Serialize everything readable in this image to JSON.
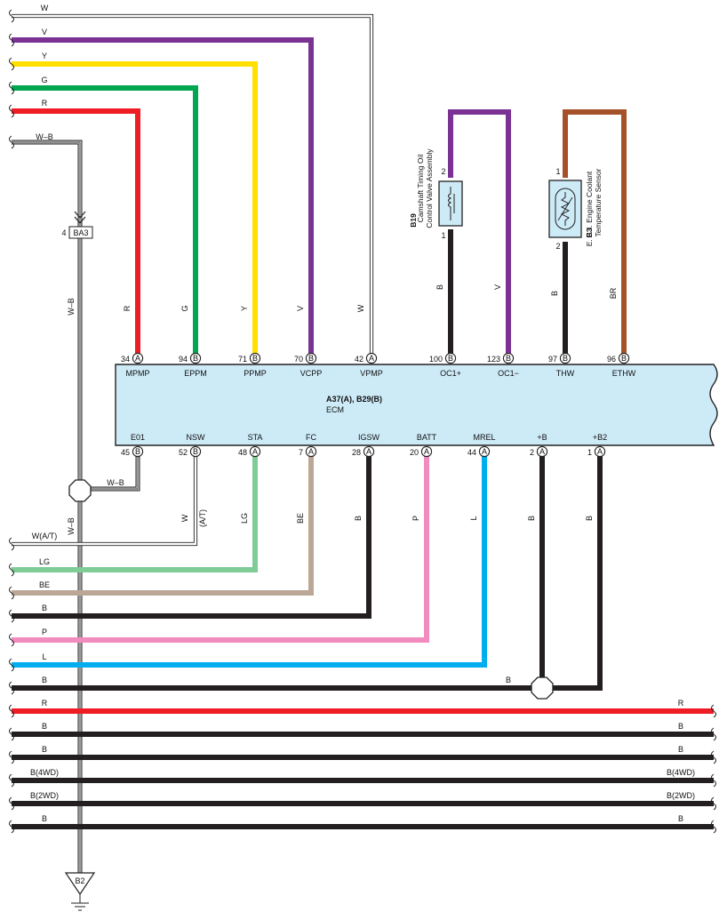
{
  "colors": {
    "W": "#ffffff",
    "V": "#7a3393",
    "Y": "#ffe000",
    "G": "#00a650",
    "R": "#ee1c25",
    "B": "#231f20",
    "BR": "#a5522b",
    "LG": "#7fcc97",
    "BE": "#bba795",
    "P": "#f28cbf",
    "L": "#00aeef",
    "ecm_fill": "#cdeaf7"
  },
  "ecm": {
    "title": "A37(A), B29(B)",
    "subtitle": "ECM",
    "top_pins": [
      {
        "num": "34",
        "conn": "A",
        "name": "MPMP",
        "wire": "R"
      },
      {
        "num": "94",
        "conn": "B",
        "name": "EPPM",
        "wire": "G"
      },
      {
        "num": "71",
        "conn": "B",
        "name": "PPMP",
        "wire": "Y"
      },
      {
        "num": "70",
        "conn": "B",
        "name": "VCPP",
        "wire": "V"
      },
      {
        "num": "42",
        "conn": "A",
        "name": "VPMP",
        "wire": "W"
      },
      {
        "num": "100",
        "conn": "B",
        "name": "OC1+",
        "wire": "B"
      },
      {
        "num": "123",
        "conn": "B",
        "name": "OC1−",
        "wire": "V"
      },
      {
        "num": "97",
        "conn": "B",
        "name": "THW",
        "wire": "B"
      },
      {
        "num": "96",
        "conn": "B",
        "name": "ETHW",
        "wire": "BR"
      }
    ],
    "bottom_pins": [
      {
        "num": "45",
        "conn": "B",
        "name": "E01",
        "wire": "W–B"
      },
      {
        "num": "52",
        "conn": "B",
        "name": "NSW",
        "wire": "W"
      },
      {
        "num": "48",
        "conn": "A",
        "name": "STA",
        "wire": "LG"
      },
      {
        "num": "7",
        "conn": "A",
        "name": "FC",
        "wire": "BE"
      },
      {
        "num": "28",
        "conn": "A",
        "name": "IGSW",
        "wire": "B"
      },
      {
        "num": "20",
        "conn": "A",
        "name": "BATT",
        "wire": "P"
      },
      {
        "num": "44",
        "conn": "A",
        "name": "MREL",
        "wire": "L"
      },
      {
        "num": "2",
        "conn": "A",
        "name": "+B",
        "wire": "B"
      },
      {
        "num": "1",
        "conn": "A",
        "name": "+B2",
        "wire": "B"
      }
    ]
  },
  "top_left_wires": [
    "W",
    "V",
    "Y",
    "G",
    "R",
    "W–B"
  ],
  "connector_ba3": {
    "pin": "4",
    "name": "BA3"
  },
  "ground": {
    "name": "B2"
  },
  "sensor_b19": {
    "id": "B19",
    "line1": "Camshaft Timing Oil",
    "line2": "Control Valve Assembly",
    "pin_top": "2",
    "pin_bottom": "1"
  },
  "sensor_b3": {
    "id": "B3",
    "line1": "E. F. I. Engine Coolant",
    "line2": "Temperature Sensor",
    "pin_top": "1",
    "pin_bottom": "2"
  },
  "vertical_labels": {
    "mpmp": "R",
    "eppm": "G",
    "ppmp": "Y",
    "vcpp": "V",
    "vpmp": "W",
    "wb_trunk": "W–B",
    "wb_lower": "W–B",
    "oc1p": "B",
    "oc1m": "V",
    "thw": "B",
    "ethw": "BR",
    "nsw": "W",
    "nsw_at": "(A/T)",
    "sta": "LG",
    "fc": "BE",
    "igsw": "B",
    "batt": "P",
    "mrel": "L",
    "pb": "B",
    "pb2": "B"
  },
  "e01_label": "W–B",
  "junction_label": "B",
  "bottom_left_wires": [
    "W(A/T)",
    "LG",
    "BE",
    "B",
    "P",
    "L",
    "B"
  ],
  "through_wires": [
    {
      "left": "R",
      "right": "R",
      "color": "R"
    },
    {
      "left": "B",
      "right": "B",
      "color": "B"
    },
    {
      "left": "B",
      "right": "B",
      "color": "B"
    },
    {
      "left": "B(4WD)",
      "right": "B(4WD)",
      "color": "B"
    },
    {
      "left": "B(2WD)",
      "right": "B(2WD)",
      "color": "B"
    },
    {
      "left": "B",
      "right": "B",
      "color": "B"
    }
  ]
}
